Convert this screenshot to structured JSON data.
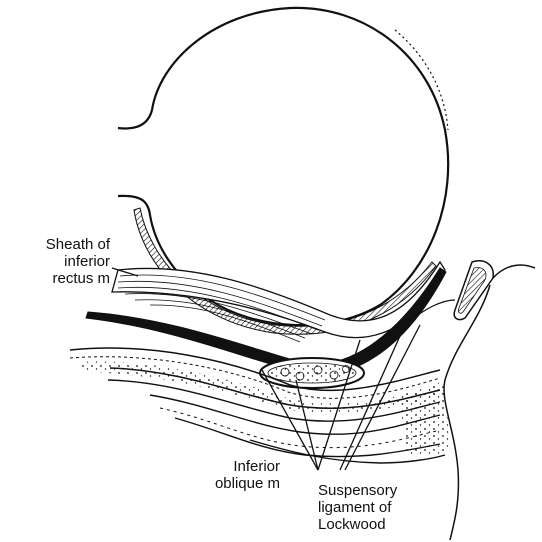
{
  "labels": {
    "sheath": [
      "Sheath of",
      "inferior",
      "rectus m"
    ],
    "inferior_oblique": [
      "Inferior",
      "oblique m"
    ],
    "suspensory_ligament": [
      "Suspensory",
      "ligament of",
      "Lockwood"
    ]
  },
  "colors": {
    "ink": "#111111",
    "paper": "#ffffff"
  }
}
